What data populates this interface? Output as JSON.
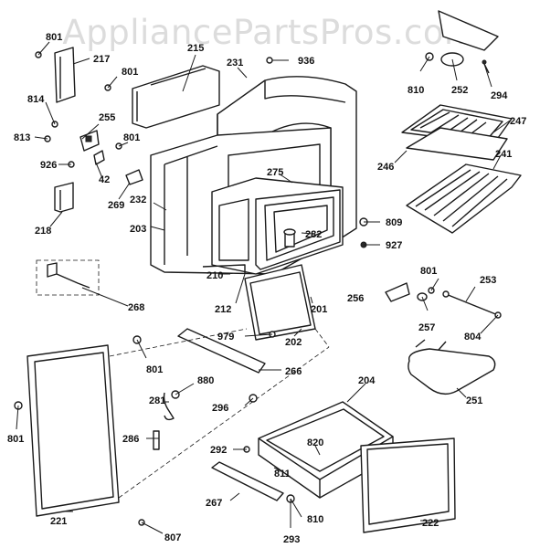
{
  "watermark": "AppliancePartsPros.com",
  "parts": [
    {
      "id": "p801a",
      "label": "801"
    },
    {
      "id": "p217",
      "label": "217"
    },
    {
      "id": "p215",
      "label": "215"
    },
    {
      "id": "p231",
      "label": "231"
    },
    {
      "id": "p936",
      "label": "936"
    },
    {
      "id": "p801b",
      "label": "801"
    },
    {
      "id": "p814",
      "label": "814"
    },
    {
      "id": "p255",
      "label": "255"
    },
    {
      "id": "p813",
      "label": "813"
    },
    {
      "id": "p926",
      "label": "926"
    },
    {
      "id": "p42",
      "label": "42"
    },
    {
      "id": "p801c",
      "label": "801"
    },
    {
      "id": "p269",
      "label": "269"
    },
    {
      "id": "p232",
      "label": "232"
    },
    {
      "id": "p218",
      "label": "218"
    },
    {
      "id": "p203",
      "label": "203"
    },
    {
      "id": "p275",
      "label": "275"
    },
    {
      "id": "p282",
      "label": "282"
    },
    {
      "id": "p810a",
      "label": "810"
    },
    {
      "id": "p252",
      "label": "252"
    },
    {
      "id": "p294",
      "label": "294"
    },
    {
      "id": "p247",
      "label": "247"
    },
    {
      "id": "p246",
      "label": "246"
    },
    {
      "id": "p241",
      "label": "241"
    },
    {
      "id": "p809",
      "label": "809"
    },
    {
      "id": "p927",
      "label": "927"
    },
    {
      "id": "p268",
      "label": "268"
    },
    {
      "id": "p210",
      "label": "210"
    },
    {
      "id": "p212",
      "label": "212"
    },
    {
      "id": "p201",
      "label": "201"
    },
    {
      "id": "p801d",
      "label": "801"
    },
    {
      "id": "p253",
      "label": "253"
    },
    {
      "id": "p256",
      "label": "256"
    },
    {
      "id": "p257",
      "label": "257"
    },
    {
      "id": "p804",
      "label": "804"
    },
    {
      "id": "p979",
      "label": "979"
    },
    {
      "id": "p202",
      "label": "202"
    },
    {
      "id": "p801e",
      "label": "801"
    },
    {
      "id": "p266",
      "label": "266"
    },
    {
      "id": "p880",
      "label": "880"
    },
    {
      "id": "p281",
      "label": "281"
    },
    {
      "id": "p296",
      "label": "296"
    },
    {
      "id": "p204",
      "label": "204"
    },
    {
      "id": "p251",
      "label": "251"
    },
    {
      "id": "p801f",
      "label": "801"
    },
    {
      "id": "p286",
      "label": "286"
    },
    {
      "id": "p292",
      "label": "292"
    },
    {
      "id": "p820",
      "label": "820"
    },
    {
      "id": "p811",
      "label": "811"
    },
    {
      "id": "p267",
      "label": "267"
    },
    {
      "id": "p221",
      "label": "221"
    },
    {
      "id": "p810b",
      "label": "810"
    },
    {
      "id": "p293",
      "label": "293"
    },
    {
      "id": "p222",
      "label": "222"
    },
    {
      "id": "p807",
      "label": "807"
    }
  ]
}
